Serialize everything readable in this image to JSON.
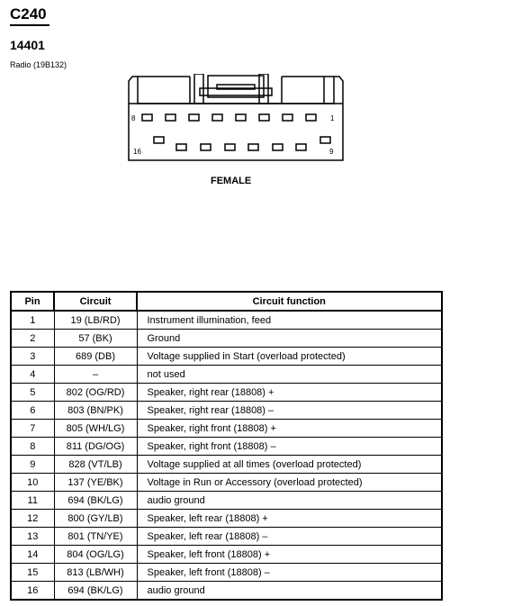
{
  "header": {
    "connector_id": "C240",
    "part_number": "14401",
    "description": "Radio (19B132)"
  },
  "diagram": {
    "pin_label_top_left": "8",
    "pin_label_top_right": "1",
    "pin_label_bottom_left": "16",
    "pin_label_bottom_right": "9",
    "gender_label": "FEMALE"
  },
  "table": {
    "headers": [
      "Pin",
      "Circuit",
      "Circuit function"
    ],
    "rows": [
      {
        "pin": "1",
        "circuit": "19 (LB/RD)",
        "function": "Instrument illumination, feed"
      },
      {
        "pin": "2",
        "circuit": "57 (BK)",
        "function": "Ground"
      },
      {
        "pin": "3",
        "circuit": "689 (DB)",
        "function": "Voltage supplied in Start (overload protected)"
      },
      {
        "pin": "4",
        "circuit": "–",
        "function": "not used"
      },
      {
        "pin": "5",
        "circuit": "802 (OG/RD)",
        "function": "Speaker, right rear (18808) +"
      },
      {
        "pin": "6",
        "circuit": "803 (BN/PK)",
        "function": "Speaker, right rear (18808) –"
      },
      {
        "pin": "7",
        "circuit": "805 (WH/LG)",
        "function": "Speaker, right front (18808) +"
      },
      {
        "pin": "8",
        "circuit": "811 (DG/OG)",
        "function": "Speaker, right front (18808) –"
      },
      {
        "pin": "9",
        "circuit": "828 (VT/LB)",
        "function": "Voltage supplied at all times (overload protected)"
      },
      {
        "pin": "10",
        "circuit": "137 (YE/BK)",
        "function": "Voltage in Run or Accessory (overload protected)"
      },
      {
        "pin": "11",
        "circuit": "694 (BK/LG)",
        "function": "audio ground"
      },
      {
        "pin": "12",
        "circuit": "800 (GY/LB)",
        "function": "Speaker, left rear (18808) +"
      },
      {
        "pin": "13",
        "circuit": "801 (TN/YE)",
        "function": "Speaker, left rear (18808) –"
      },
      {
        "pin": "14",
        "circuit": "804 (OG/LG)",
        "function": "Speaker, left front (18808) +"
      },
      {
        "pin": "15",
        "circuit": "813 (LB/WH)",
        "function": "Speaker, left front (18808) –"
      },
      {
        "pin": "16",
        "circuit": "694 (BK/LG)",
        "function": "audio ground"
      }
    ]
  }
}
